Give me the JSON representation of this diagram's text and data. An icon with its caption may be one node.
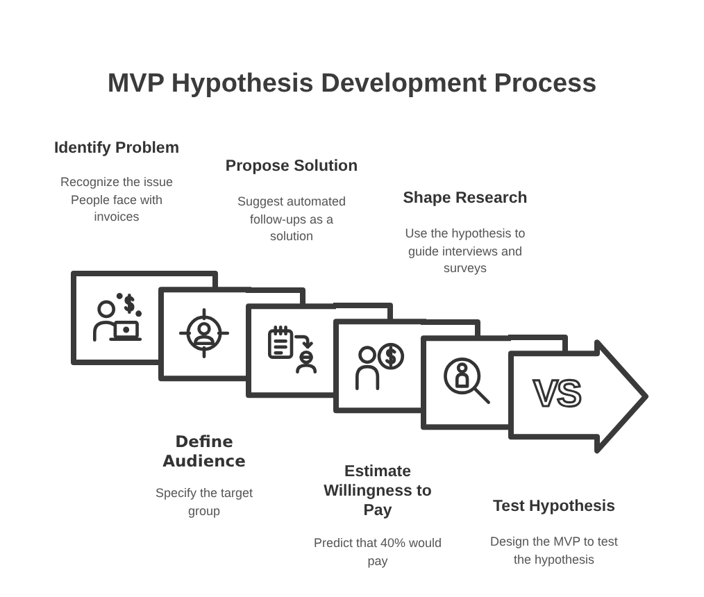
{
  "diagram": {
    "title": "MVP Hypothesis Development Process",
    "nodes": [
      {
        "text": [],
        "shape": "box",
        "beside": [
          "Identify Problem",
          "Recognize the issue People face with invoices"
        ]
      },
      {
        "text": [],
        "shape": "box",
        "beside": [
          "Define Audience",
          "Specify the target group"
        ]
      },
      {
        "text": [],
        "shape": "box",
        "beside": [
          "Propose Solution",
          "Suggest automated follow-ups as a solution"
        ]
      },
      {
        "text": [],
        "shape": "box",
        "beside": [
          "Estimate Willingness to Pay",
          "Predict that 40% would pay"
        ]
      },
      {
        "text": [],
        "shape": "box",
        "beside": [
          "Shape Research",
          "Use the hypothesis to guide interviews and surveys"
        ]
      },
      {
        "text": [
          "VS"
        ],
        "beside": [
          "Test Hypothesis",
          "Design the MVP to test the hypothesis"
        ]
      }
    ]
  }
}
